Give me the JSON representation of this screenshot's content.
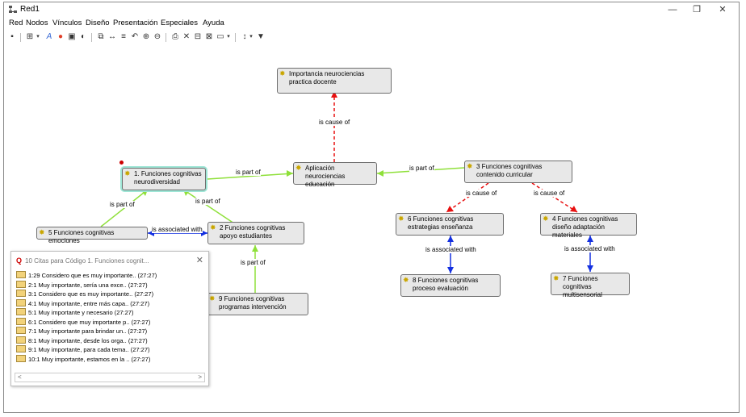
{
  "window": {
    "title": "Red1",
    "minimize": "—",
    "maximize": "❐",
    "close": "✕"
  },
  "menu": [
    "Red",
    "Nodos",
    "Vínculos",
    "Diseño",
    "Presentación",
    "Especiales",
    "Ayuda"
  ],
  "colors": {
    "part_of": "#8fe03a",
    "cause_of": "#e81010",
    "associated": "#1430e0",
    "node_bg": "#e8e8e8",
    "selection": "#9ee6d6"
  },
  "nodes": {
    "n_importancia": "Importancia neurociencias practica docente",
    "n1": "1. Funciones cognitivas neurodiversidad",
    "n_aplicacion": "Aplicación neurociencias educación",
    "n3": "3 Funciones cognitivas contenido curricular",
    "n5": "5 Funciones cognitivas emociones",
    "n2": "2 Funciones cognitivas apoyo estudiantes",
    "n6": "6 Funciones cognitivas estrategias enseñanza",
    "n4": "4 Funciones cognitivas diseño adaptación materiales",
    "n9": "9 Funciones cognitivas programas intervención",
    "n8": "8 Funciones cognitivas proceso evaluación",
    "n7": "7 Funciones cognitivas multisensorial"
  },
  "edges": {
    "cause_top": "is cause of",
    "part_n1_aplic": "is part of",
    "part_n3_aplic": "is part of",
    "part_n5_n1": "is part of",
    "part_n2_n1": "is part of",
    "assoc_n5_n2": "is associated with",
    "part_n9_n2": "is part of",
    "cause_n3_n6": "is cause of",
    "cause_n3_n4": "is cause of",
    "assoc_n6_n8": "is associated with",
    "assoc_n4_n7": "is associated with"
  },
  "popup": {
    "title": "10 Citas para Código 1. Funciones cognit...",
    "close": "✕",
    "quotes": [
      "1:29 Considero que es muy importante.. (27:27)",
      "2:1 Muy importante, sería una exce.. (27:27)",
      "3:1 Considero que es muy importante.. (27:27)",
      "4:1 Muy importante, entre más capa.. (27:27)",
      "5:1 Muy importante y necesario (27:27)",
      "6:1 Considero que muy importante p.. (27:27)",
      "7:1 Muy importante para brindar un.. (27:27)",
      "8:1 Muy importante, desde los orga.. (27:27)",
      "9:1 Muy importante, para cada tema.. (27:27)",
      "10:1 Muy importante, estamos en la .. (27:27)"
    ],
    "scroll_left": "<",
    "scroll_right": ">"
  }
}
